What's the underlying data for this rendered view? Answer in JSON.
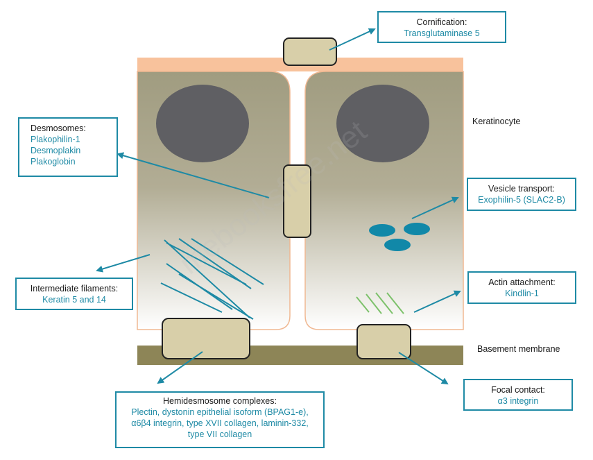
{
  "colors": {
    "accent": "#1e8aa5",
    "cell_top": "#a09c80",
    "stratum": "#f8c29c",
    "basement": "#8d8557",
    "nucleus": "#5f5f63",
    "junction_fill": "#d8cfa9",
    "actin": "#7cc16a",
    "vesicle": "#1188a8"
  },
  "labels": {
    "keratinocyte": "Keratinocyte",
    "basement_membrane": "Basement membrane"
  },
  "boxes": {
    "cornification": {
      "head": "Cornification:",
      "items": [
        "Transglutaminase 5"
      ]
    },
    "desmosomes": {
      "head": "Desmosomes:",
      "items": [
        "Plakophilin-1",
        "Desmoplakin",
        "Plakoglobin"
      ]
    },
    "vesicle": {
      "head": "Vesicle transport:",
      "items": [
        "Exophilin-5 (SLAC2-B)"
      ]
    },
    "intermediate": {
      "head": "Intermediate filaments:",
      "items": [
        "Keratin 5 and 14"
      ]
    },
    "actin": {
      "head": "Actin attachment:",
      "items": [
        "Kindlin-1"
      ]
    },
    "hemidesmosome": {
      "head": "Hemidesmosome complexes:",
      "items": [
        "Plectin, dystonin epithelial isoform (BPAG1-e),",
        "α6β4 integrin, type XVII collagen, laminin-332,",
        "type VII collagen"
      ]
    },
    "focal": {
      "head": "Focal contact:",
      "items": [
        "α3 integrin"
      ]
    }
  },
  "watermark": "mebooksfree.net"
}
